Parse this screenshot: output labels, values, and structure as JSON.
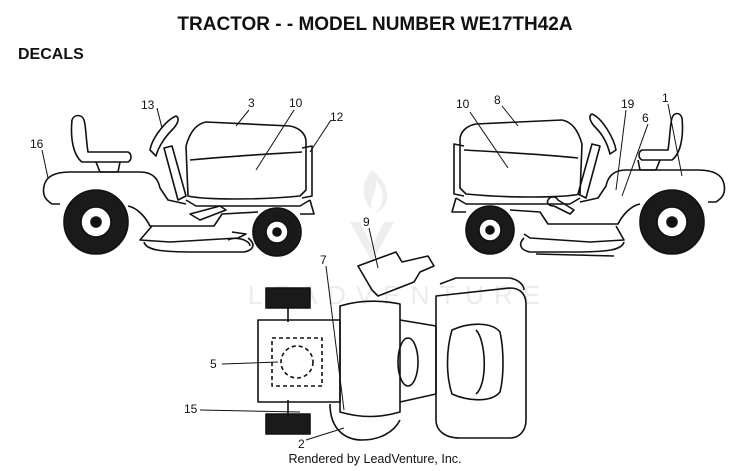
{
  "page": {
    "title": "TRACTOR - - MODEL NUMBER WE17TH42A",
    "section": "DECALS",
    "footer": "Rendered by LeadVenture, Inc.",
    "watermark": "LEADVENTURE"
  },
  "callouts": {
    "c1": "1",
    "c2": "2",
    "c3": "3",
    "c5": "5",
    "c6": "6",
    "c7": "7",
    "c8": "8",
    "c9": "9",
    "c10a": "10",
    "c10b": "10",
    "c12": "12",
    "c13": "13",
    "c15": "15",
    "c16": "16",
    "c19": "19"
  },
  "colors": {
    "line": "#111111",
    "watermark": "#e6e6e6"
  }
}
